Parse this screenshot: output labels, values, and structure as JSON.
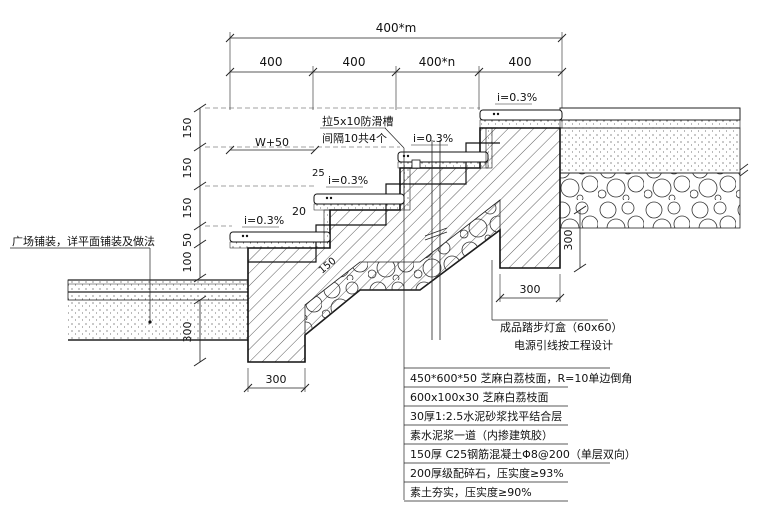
{
  "dimensions": {
    "total": "400*m",
    "segments": [
      "400",
      "400",
      "400*n",
      "400"
    ],
    "rises": [
      "150",
      "150",
      "150",
      "50",
      "100"
    ],
    "left_bottom": "300",
    "bottom_width": "300",
    "right_depth": "300",
    "right_width": "300",
    "nosing": "25",
    "nosing2": "20",
    "w": "W+50",
    "slope_dim": "150"
  },
  "slopes": [
    "i=0.3%",
    "i=0.3%",
    "i=0.3%",
    "i=0.3%"
  ],
  "notes": {
    "groove_line1": "拉5x10防滑槽",
    "groove_line2": "间隔10共4个",
    "plaza": "广场铺装，详平面铺装及做法",
    "lamp_line1": "成品踏步灯盒（60x60）",
    "lamp_line2": "电源引线按工程设计"
  },
  "layers": [
    "450*600*50 芝麻白荔枝面，R=10单边倒角",
    "600x100x30 芝麻白荔枝面",
    "30厚1:2.5水泥砂浆找平结合层",
    "素水泥浆一道（内掺建筑胶）",
    "150厚 C25钢筋混凝土Φ8@200（单层双向）",
    "200厚级配碎石，压实度≥93%",
    "素土夯实，压实度≥90%"
  ]
}
